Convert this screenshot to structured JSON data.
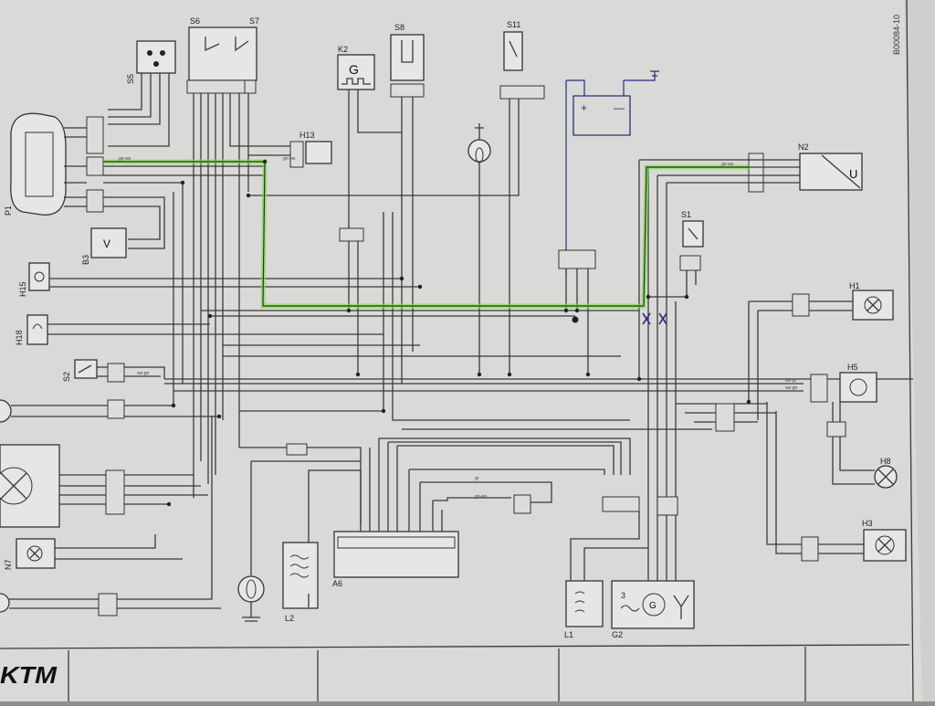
{
  "document_code": "B00084-10",
  "brand": "KTM",
  "components": {
    "S5": "S5",
    "S6": "S6",
    "S7": "S7",
    "S8": "S8",
    "S11": "S11",
    "K2": "K2",
    "H13": "H13",
    "N2": "N2",
    "S1": "S1",
    "P1": "P1",
    "B3": "B3",
    "H15": "H15",
    "H18": "H18",
    "S2": "S2",
    "H1": "H1",
    "H5": "H5",
    "H8": "H8",
    "H3": "H3",
    "N7": "N7",
    "A6": "A6",
    "L2": "L2",
    "L1": "L1",
    "G2": "G2"
  },
  "symbols": {
    "generator": "G",
    "voltmeter": "V",
    "regulator": "U",
    "g2_phase": "3",
    "g2_letter": "G",
    "battery_plus": "+",
    "battery_minus": "—"
  },
  "highlight_color": "#7fe04a",
  "annotation_color": "#26307a"
}
